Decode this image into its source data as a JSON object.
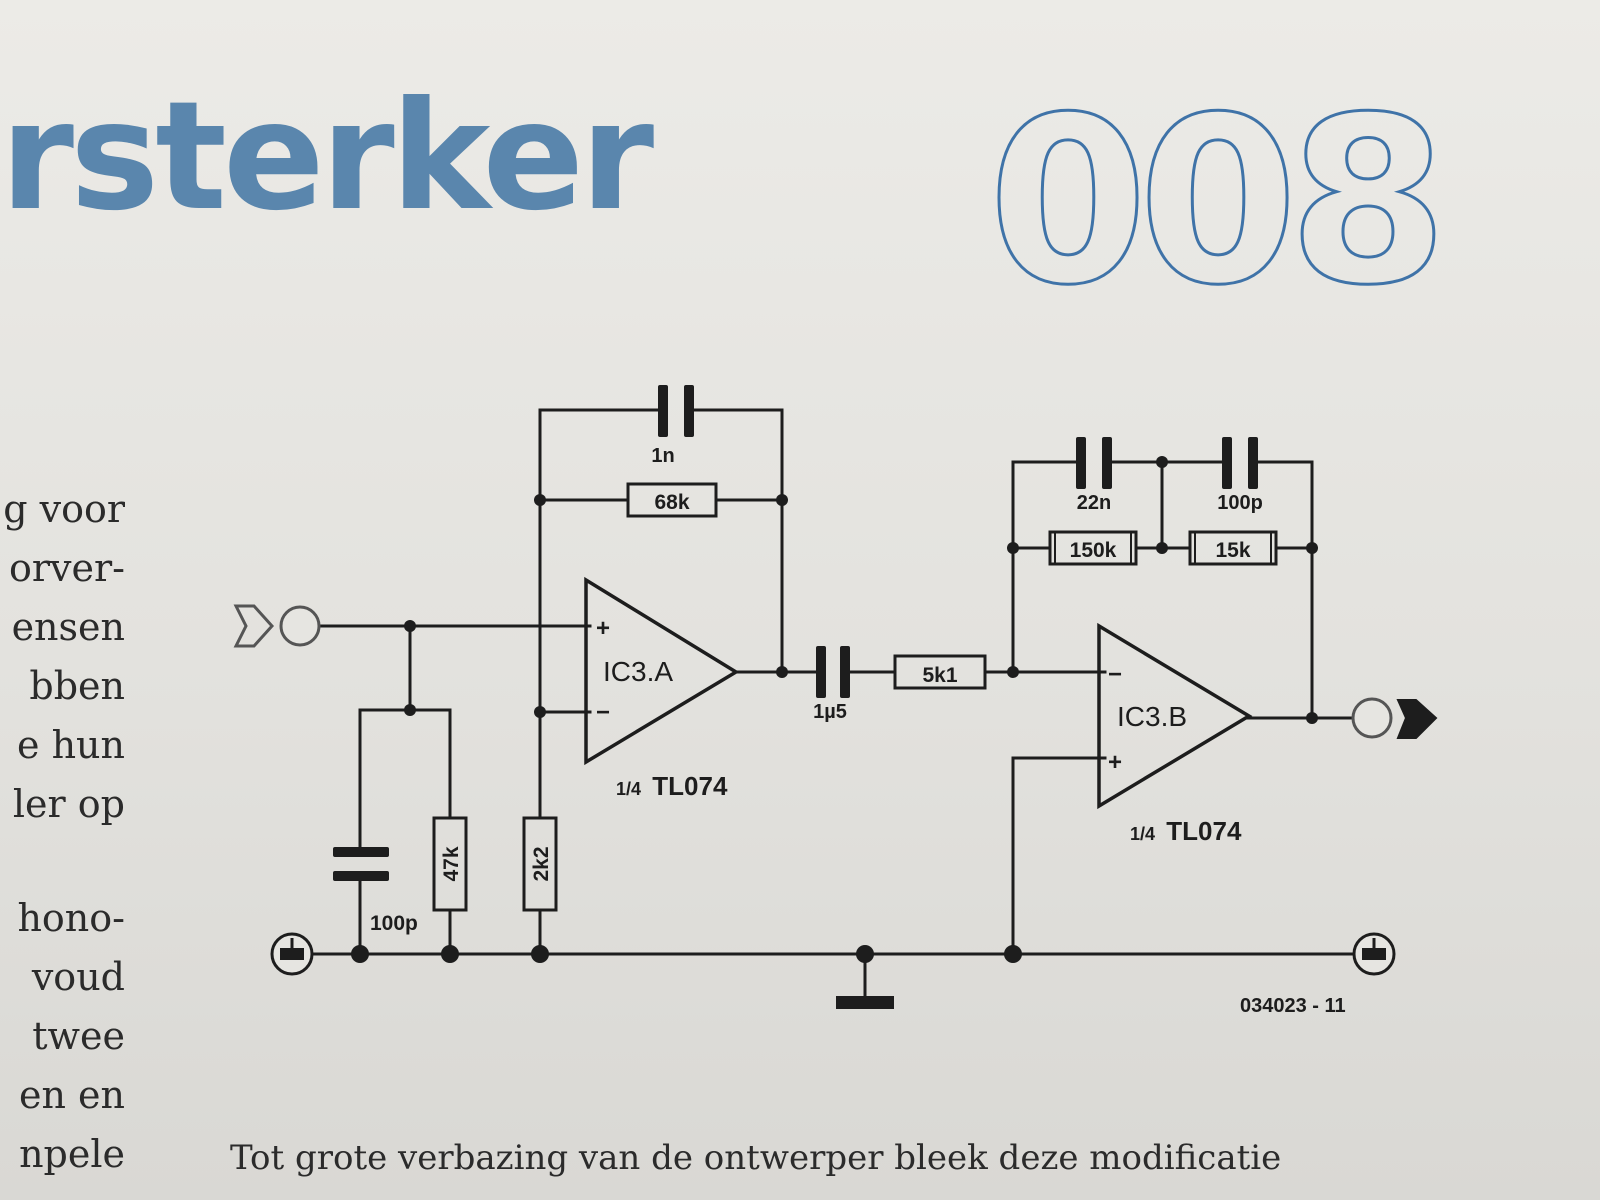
{
  "header": {
    "title": "rsterker",
    "number": "008"
  },
  "left_column": {
    "lines": [
      "g voor",
      "orver-",
      "ensen",
      "bben",
      "e hun",
      "ler op",
      "hono-",
      "voud",
      "twee",
      "en en",
      "npele"
    ]
  },
  "caption": "Tot grote verbazing van de ontwerper bleek deze modificatie",
  "schematic": {
    "figure_id": "034023 - 11",
    "components": {
      "c_feedback_a": "1n",
      "r_feedback_a": "68k",
      "opamp_a": "IC3.A",
      "opamp_a_type_fraction": "1/4",
      "opamp_a_type": "TL074",
      "c_coupling": "1µ5",
      "r_series": "5k1",
      "c_feedback_b1": "22n",
      "c_feedback_b2": "100p",
      "r_feedback_b1": "150k",
      "r_feedback_b2": "15k",
      "opamp_b": "IC3.B",
      "opamp_b_type_fraction": "1/4",
      "opamp_b_type": "TL074",
      "c_input": "100p",
      "r_input": "47k",
      "r_gain": "2k2"
    },
    "pins": {
      "plus": "+",
      "minus": "−"
    }
  },
  "colors": {
    "ink": "#1d1d1d",
    "title_blue": "#5a86ad",
    "number_outline": "#3f73a8",
    "paper": "#e6e5e1"
  }
}
